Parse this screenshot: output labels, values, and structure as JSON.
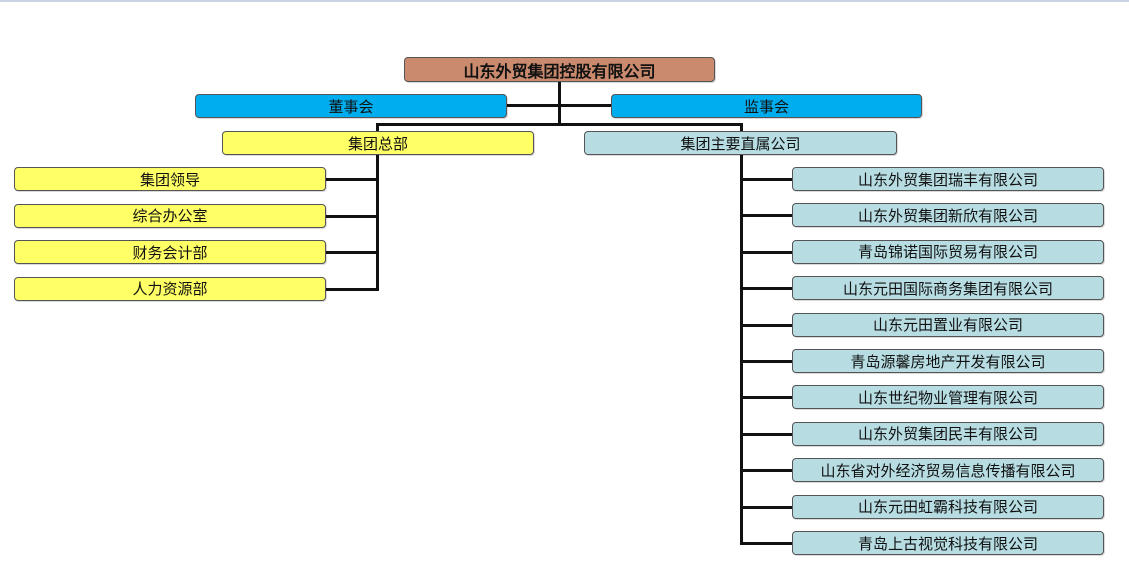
{
  "root": {
    "label": "山东外贸集团控股有限公司"
  },
  "board_of_directors": {
    "label": "董事会"
  },
  "board_of_supervisors": {
    "label": "监事会"
  },
  "headquarters": {
    "label": "集团总部",
    "departments": [
      "集团领导",
      "综合办公室",
      "财务会计部",
      "人力资源部"
    ]
  },
  "subsidiaries": {
    "label": "集团主要直属公司",
    "companies": [
      "山东外贸集团瑞丰有限公司",
      "山东外贸集团新欣有限公司",
      "青岛锦诺国际贸易有限公司",
      "山东元田国际商务集团有限公司",
      "山东元田置业有限公司",
      "青岛源馨房地产开发有限公司",
      "山东世纪物业管理有限公司",
      "山东外贸集团民丰有限公司",
      "山东省对外经济贸易信息传播有限公司",
      "山东元田虹霸科技有限公司",
      "青岛上古视觉科技有限公司"
    ]
  },
  "colors": {
    "root": "#c98a6e",
    "board": "#00adef",
    "headquarters": "#ffff66",
    "subsidiaries": "#b7dde3",
    "connector": "#111111"
  }
}
